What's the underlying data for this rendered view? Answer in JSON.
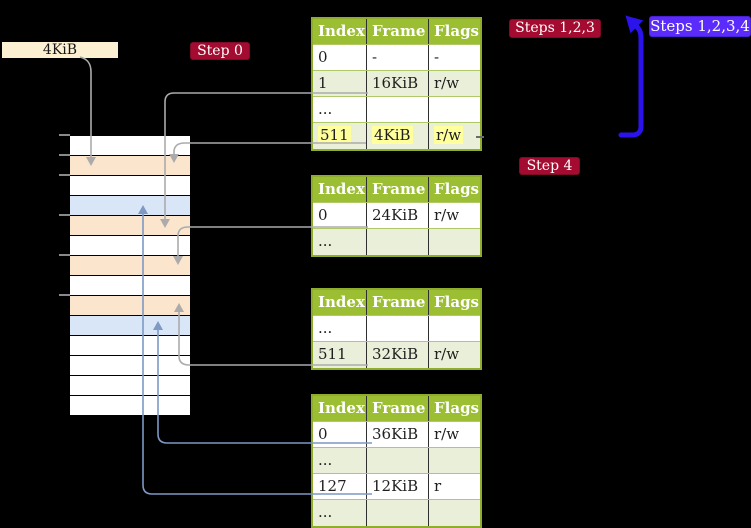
{
  "colors": {
    "background": "#000000",
    "beige": "#FBF0D2",
    "peach": "#FCE5CD",
    "pale_blue": "#D9E6F7",
    "row_white": "#FFFFFF",
    "row_shade": "#E9EFD8",
    "header_green": "#9CBE33",
    "border_olive": "#8FAD2C",
    "divider_olive": "#AFC968",
    "highlight": "#FFFF9C",
    "crimson": "#A30C30",
    "crimson_dark": "#7D0A26",
    "violet": "#5A2BFA",
    "violet_dark": "#4A1FD6",
    "blue_arrow": "#2B13EC",
    "arrow_gray": "#ABABAB",
    "arrow_steel": "#7D99C4",
    "tick_gray": "#8A8A8A",
    "text_dark": "#1F1F1F"
  },
  "labels": {
    "frame_size": "4KiB",
    "step0": "Step 0",
    "steps123": "Steps 1,2,3",
    "steps1234": "Steps 1,2,3,4",
    "step4": "Step 4"
  },
  "tables": [
    {
      "headers": [
        "Index",
        "Frame",
        "Flags"
      ],
      "rows": [
        {
          "cells": [
            "0",
            "-",
            "-"
          ],
          "shade": false,
          "highlight": false
        },
        {
          "cells": [
            "1",
            "16KiB",
            "r/w"
          ],
          "shade": true,
          "highlight": false
        },
        {
          "cells": [
            "...",
            "",
            ""
          ],
          "shade": false,
          "highlight": false
        },
        {
          "cells": [
            "511",
            "4KiB",
            "r/w"
          ],
          "shade": true,
          "highlight": true
        }
      ]
    },
    {
      "headers": [
        "Index",
        "Frame",
        "Flags"
      ],
      "rows": [
        {
          "cells": [
            "0",
            "24KiB",
            "r/w"
          ],
          "shade": false,
          "highlight": false
        },
        {
          "cells": [
            "...",
            "",
            ""
          ],
          "shade": true,
          "highlight": false
        }
      ]
    },
    {
      "headers": [
        "Index",
        "Frame",
        "Flags"
      ],
      "rows": [
        {
          "cells": [
            "...",
            "",
            ""
          ],
          "shade": false,
          "highlight": false
        },
        {
          "cells": [
            "511",
            "32KiB",
            "r/w"
          ],
          "shade": true,
          "highlight": false
        }
      ]
    },
    {
      "headers": [
        "Index",
        "Frame",
        "Flags"
      ],
      "rows": [
        {
          "cells": [
            "0",
            "36KiB",
            "r/w"
          ],
          "shade": false,
          "highlight": false
        },
        {
          "cells": [
            "...",
            "",
            ""
          ],
          "shade": true,
          "highlight": false
        },
        {
          "cells": [
            "127",
            "12KiB",
            "r"
          ],
          "shade": false,
          "highlight": false
        },
        {
          "cells": [
            "...",
            "",
            ""
          ],
          "shade": true,
          "highlight": false
        }
      ]
    }
  ],
  "memory": {
    "rows": [
      "white",
      "peach",
      "white",
      "blue",
      "peach",
      "white",
      "peach",
      "white",
      "peach",
      "blue",
      "white",
      "white",
      "white",
      "white"
    ],
    "tick_ys": [
      135,
      155,
      175,
      215,
      255,
      295
    ]
  }
}
